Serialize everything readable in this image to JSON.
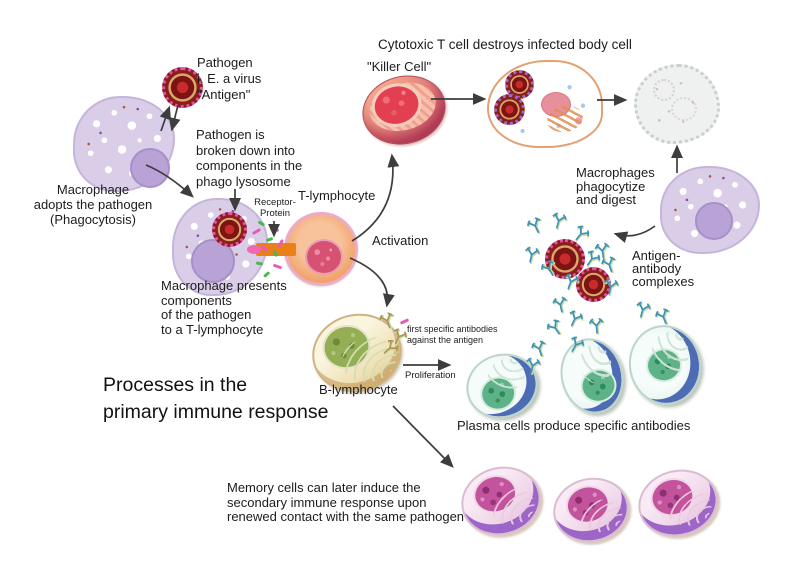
{
  "title": "Processes in the\nprimary immune response",
  "labels": {
    "top_caption": "Cytotoxic T cell destroys infected body cell",
    "killer_cell": "\"Killer Cell\"",
    "pathogen": "Pathogen\ni. E. a virus\n\"Antigen\"",
    "breakdown": "Pathogen is\nbroken down into\ncomponents in the\nphago lysosome",
    "adopts": "Macrophage\nadopts the pathogen\n(Phagocytosis)",
    "presents": "Macrophage presents\ncomponents\nof the pathogen\nto a T-lymphocyte",
    "t_lymphocyte": "T-lymphocyte",
    "receptor_protein": "Receptor-\nProtein",
    "activation": "Activation",
    "macrophages_digest": "Macrophages\nphagocytize\nand digest",
    "antigen_antibody": "Antigen-\nantibody\ncomplexes",
    "first_antibodies": "first specific antibodies\nagainst the antigen",
    "proliferation": "Proliferation",
    "b_lymphocyte": "B-lymphocyte",
    "plasma_caption": "Plasma cells produce specific antibodies",
    "memory_caption": "Memory cells can later induce the\nsecondary immune response upon\nrenewed contact with the same pathogen"
  },
  "colors": {
    "macrophage_body": "#d9cde8",
    "macrophage_nucleus": "#b9a3d6",
    "virus_spikes": "#e055a8",
    "virus_core": "#c82b2b",
    "killer_cell": "#e23f50",
    "infected_cell": "#f5c29c",
    "t_cell_body": "#f0a368",
    "t_cell_nucleus": "#d75173",
    "receptor_protein": "#ec8018",
    "b_cell_body": "#efe0b4",
    "b_cell_nucleus": "#94ae55",
    "plasma_rim": "#4d6cb4",
    "plasma_nucleus": "#5db288",
    "memory_rim": "#9c66c9",
    "memory_nucleus": "#c4539e",
    "antibody": "#3b93ba",
    "arrows": "#3d3d3d",
    "text": "#1c1c1c"
  }
}
